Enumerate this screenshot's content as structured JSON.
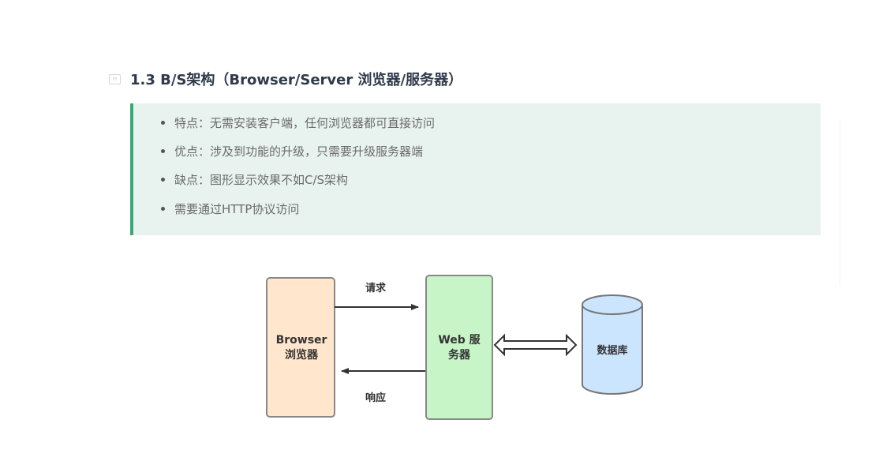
{
  "heading": {
    "icon": "heading-h-icon",
    "icon_glyph": "H",
    "text": "1.3 B/S架构（Browser/Server 浏览器/服务器）"
  },
  "callout": {
    "accent_color": "#3aa776",
    "background_color": "#e8f3ef",
    "items": [
      {
        "text": "特点：无需安装客户端，任何浏览器都可直接访问"
      },
      {
        "text": "优点：涉及到功能的升级，只需要升级服务器端"
      },
      {
        "text": "缺点：图形显示效果不如C/S架构"
      },
      {
        "text": "需要通过HTTP协议访问"
      }
    ]
  },
  "diagram": {
    "browser": {
      "line1": "Browser",
      "line2": "浏览器",
      "fill": "#ffe6cc"
    },
    "web_server": {
      "line1": "Web 服",
      "line2": "务器",
      "fill": "#c8f5c8"
    },
    "database": {
      "label": "数据库",
      "fill": "#cce5ff"
    },
    "request_label": "请求",
    "response_label": "响应"
  }
}
